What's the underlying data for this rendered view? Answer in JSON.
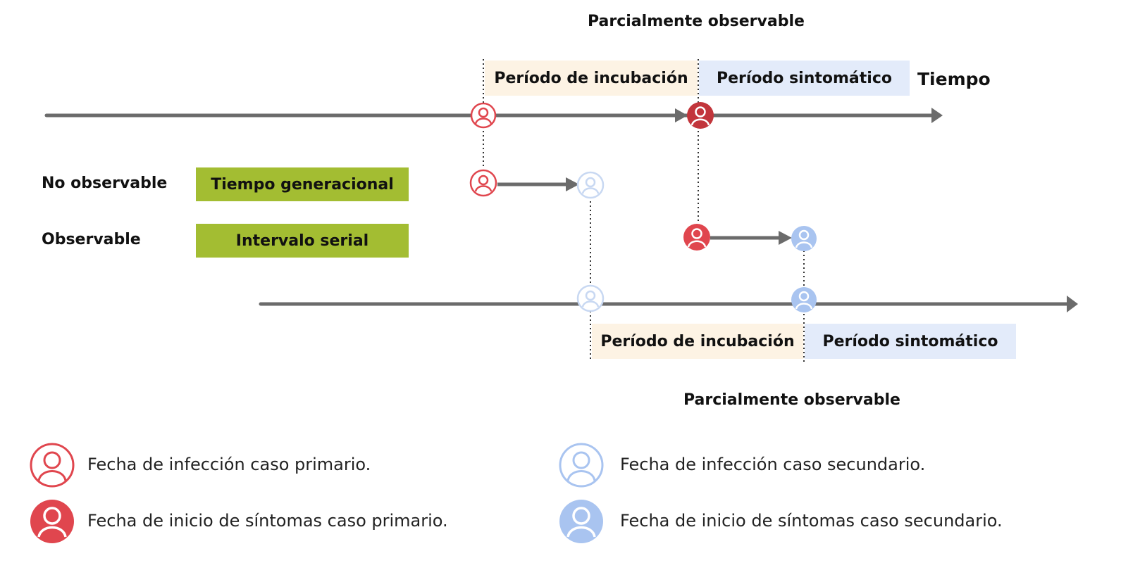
{
  "titles": {
    "top": "Parcialmente observable",
    "bottom": "Parcialmente observable"
  },
  "axis_label": "Tiempo",
  "primary_periods": {
    "incubation": "Período de incubación",
    "symptomatic": "Período sintomático"
  },
  "secondary_periods": {
    "incubation": "Período de incubación",
    "symptomatic": "Período sintomático"
  },
  "rows": {
    "unobservable_label": "No observable",
    "generation_time": "Tiempo generacional",
    "observable_label": "Observable",
    "serial_interval": "Intervalo serial"
  },
  "legend": {
    "primary_infection": "Fecha de infección caso primario.",
    "primary_onset": "Fecha de inicio de síntomas caso primario.",
    "secondary_infection": "Fecha de infección caso secundario.",
    "secondary_onset": "Fecha de inicio de síntomas caso secundario."
  },
  "colors": {
    "primary_red": "#e0464e",
    "primary_dark_red": "#c2353b",
    "secondary_blue": "#a9c4f0",
    "secondary_light_blue": "#c8d8f2",
    "timeline_gray": "#6b6b6b",
    "incubation_fill": "#fdf3e4",
    "symptomatic_fill": "#e3ebfa",
    "green_fill": "#a3bd32"
  },
  "icons": {
    "primary_infection": "person-outline-red-icon",
    "primary_onset": "person-filled-red-icon",
    "secondary_infection": "person-outline-blue-icon",
    "secondary_onset": "person-filled-blue-icon"
  }
}
